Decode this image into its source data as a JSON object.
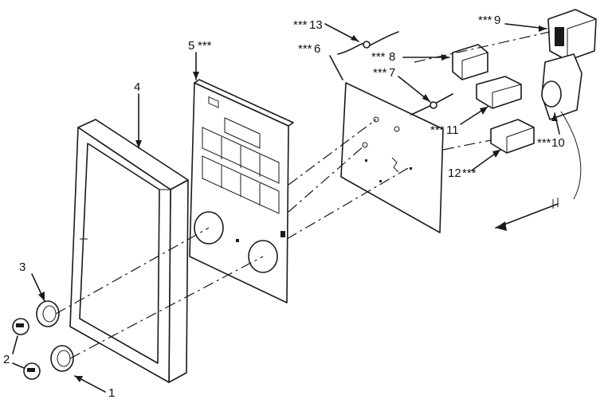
{
  "callouts": {
    "c1": "1",
    "c2": "2",
    "c3": "3",
    "c4": "4",
    "c5": "5",
    "c6": "6",
    "c7": "7",
    "c8": "8",
    "c9": "9",
    "c10": "10",
    "c11": "11",
    "c12": "12",
    "c13": "13"
  },
  "marks": {
    "m5": "***",
    "m6": "***",
    "m7": "***",
    "m8": "***",
    "m9": "***",
    "m10": "***",
    "m11": "***",
    "m12": "***",
    "m13": "***"
  }
}
